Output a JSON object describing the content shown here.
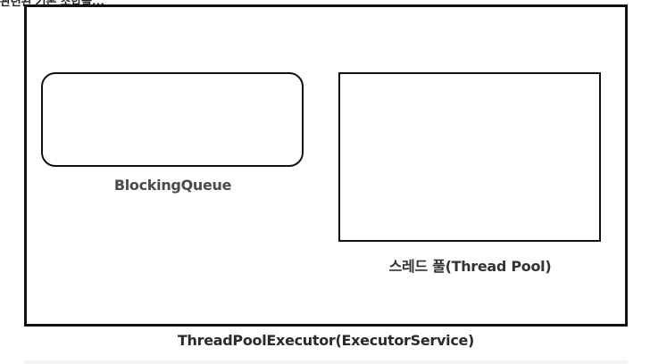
{
  "caption_top": "ThreadPoolExecutor(ExecutorService)",
  "diagram": {
    "outer_label": "ThreadPoolExecutor(ExecutorService)",
    "queue_label": "BlockingQueue",
    "pool_label": "스레드 풀(Thread Pool)",
    "top_text": "관련된 기본 조합들..."
  },
  "colors": {
    "stroke": "#111111",
    "background": "#ffffff",
    "queue_label_color": "#4a4a4a",
    "text": "#2a2a2a"
  }
}
